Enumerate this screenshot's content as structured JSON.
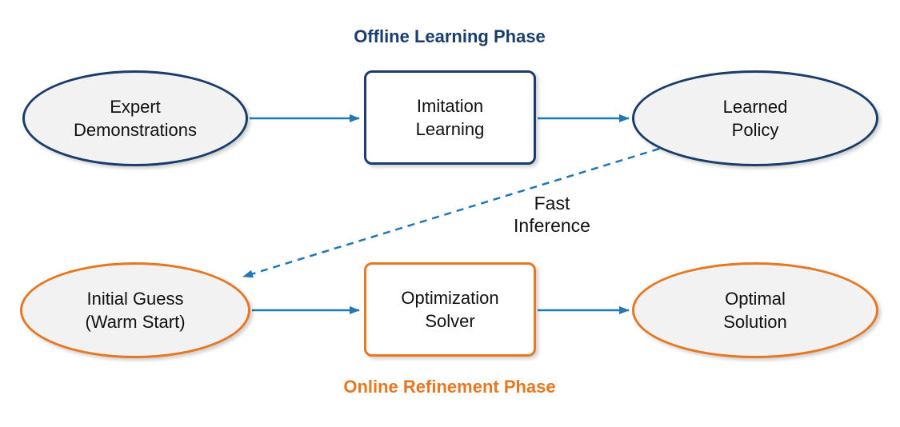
{
  "phases": {
    "offline": {
      "title": "Offline Learning Phase",
      "color": "#1a3e6b"
    },
    "online": {
      "title": "Online Refinement Phase",
      "color": "#e87722"
    }
  },
  "nodes": {
    "expert_demonstrations": {
      "label": "Expert\nDemonstrations",
      "shape": "ellipse",
      "phase": "offline"
    },
    "imitation_learning": {
      "label": "Imitation\nLearning",
      "shape": "rect",
      "phase": "offline"
    },
    "learned_policy": {
      "label": "Learned\nPolicy",
      "shape": "ellipse",
      "phase": "offline"
    },
    "initial_guess": {
      "label": "Initial Guess\n(Warm Start)",
      "shape": "ellipse",
      "phase": "online"
    },
    "optimization_solver": {
      "label": "Optimization\nSolver",
      "shape": "rect",
      "phase": "online"
    },
    "optimal_solution": {
      "label": "Optimal\nSolution",
      "shape": "ellipse",
      "phase": "online"
    }
  },
  "edges": [
    {
      "from": "expert_demonstrations",
      "to": "imitation_learning",
      "style": "solid"
    },
    {
      "from": "imitation_learning",
      "to": "learned_policy",
      "style": "solid"
    },
    {
      "from": "learned_policy",
      "to": "initial_guess",
      "style": "dashed",
      "label": "Fast\nInference"
    },
    {
      "from": "initial_guess",
      "to": "optimization_solver",
      "style": "solid"
    },
    {
      "from": "optimization_solver",
      "to": "optimal_solution",
      "style": "solid"
    }
  ],
  "colors": {
    "navy": "#1a3e6b",
    "orange": "#e87722",
    "arrow_blue": "#1f77b4",
    "ellipse_fill": "#f2f2f2",
    "rect_fill": "#ffffff",
    "text": "#111111"
  }
}
